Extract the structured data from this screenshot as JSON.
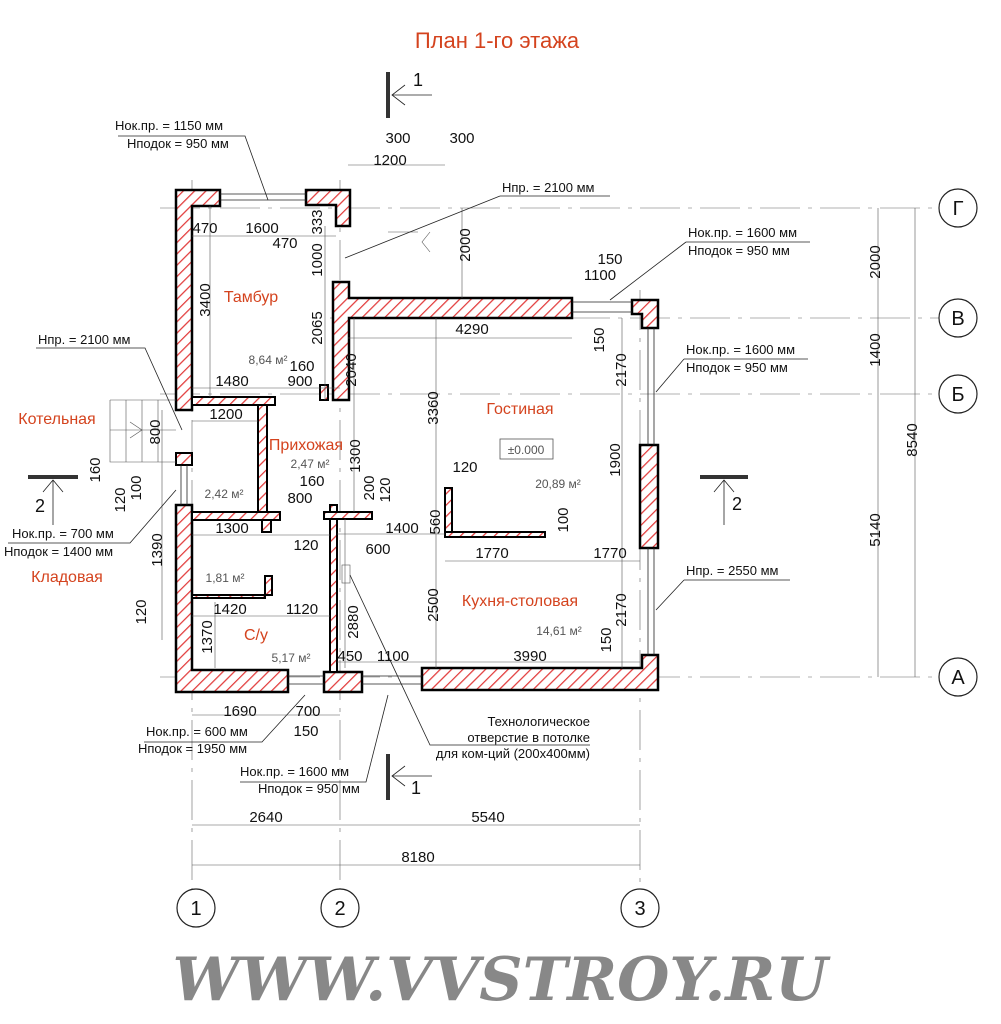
{
  "title": "План 1-го этажа",
  "watermark": "WWW.VVSTROY.RU",
  "rooms": {
    "tambur": "Тамбур",
    "prikhozhaya": "Прихожая",
    "gostinaya": "Гостиная",
    "kotelnaya": "Котельная",
    "kladovaya": "Кладовая",
    "su": "С/у",
    "kukhnya": "Кухня-столовая"
  },
  "areas": {
    "tambur": "8,64 м²",
    "prikhozhaya": "2,47 м²",
    "kotelnaya": "2,42 м²",
    "kladovaya": "1,81 м²",
    "su": "5,17 м²",
    "gostinaya": "20,89 м²",
    "kukhnya": "14,61 м²"
  },
  "level_mark": "±0.000",
  "dims": [
    "1200",
    "300",
    "300",
    "1600",
    "470",
    "470",
    "4290",
    "1100",
    "150",
    "1480",
    "900",
    "160",
    "1200",
    "160",
    "800",
    "1300",
    "120",
    "1400",
    "600",
    "1770",
    "1770",
    "120",
    "1420",
    "1120",
    "450",
    "1100",
    "3990",
    "1690",
    "700",
    "150",
    "2640",
    "5540",
    "8180",
    "3400",
    "333",
    "1000",
    "2065",
    "2000",
    "2040",
    "150",
    "2170",
    "3360",
    "1900",
    "1300",
    "200",
    "120",
    "560",
    "100",
    "2500",
    "2880",
    "2170",
    "150",
    "800",
    "160",
    "100",
    "120",
    "1390",
    "120",
    "1370",
    "2000",
    "1400",
    "5140",
    "8540"
  ],
  "notes": {
    "n0": [
      "Нок.пр. = 1150 мм",
      "Нподок = 950 мм"
    ],
    "n1": [
      "Нпр. = 2100 мм"
    ],
    "n2": [
      "Нок.пр. = 1600 мм",
      "Нподок = 950 мм"
    ],
    "n3": [
      "Нок.пр. = 1600 мм",
      "Нподок = 950 мм"
    ],
    "n4": [
      "Нпр. = 2100 мм"
    ],
    "n5": [
      "Нок.пр. = 700 мм",
      "Нподок = 1400 мм"
    ],
    "n6": [
      "Нпр. = 2550 мм"
    ],
    "n7": [
      "Нок.пр. = 600 мм",
      "Нподок = 1950 мм"
    ],
    "n8": [
      "Нок.пр. = 1600 мм",
      "Нподок = 950 мм"
    ],
    "n9": [
      "Технологическое",
      "отверстие в потолке",
      "для ком-ций (200х400мм)"
    ]
  },
  "axes": {
    "horizontal": [
      "Г",
      "В",
      "Б",
      "А"
    ],
    "vertical": [
      "1",
      "2",
      "3"
    ]
  },
  "sections": {
    "s1_top": "1",
    "s1_bottom": "1",
    "s2_left": "2",
    "s2_right": "2"
  }
}
